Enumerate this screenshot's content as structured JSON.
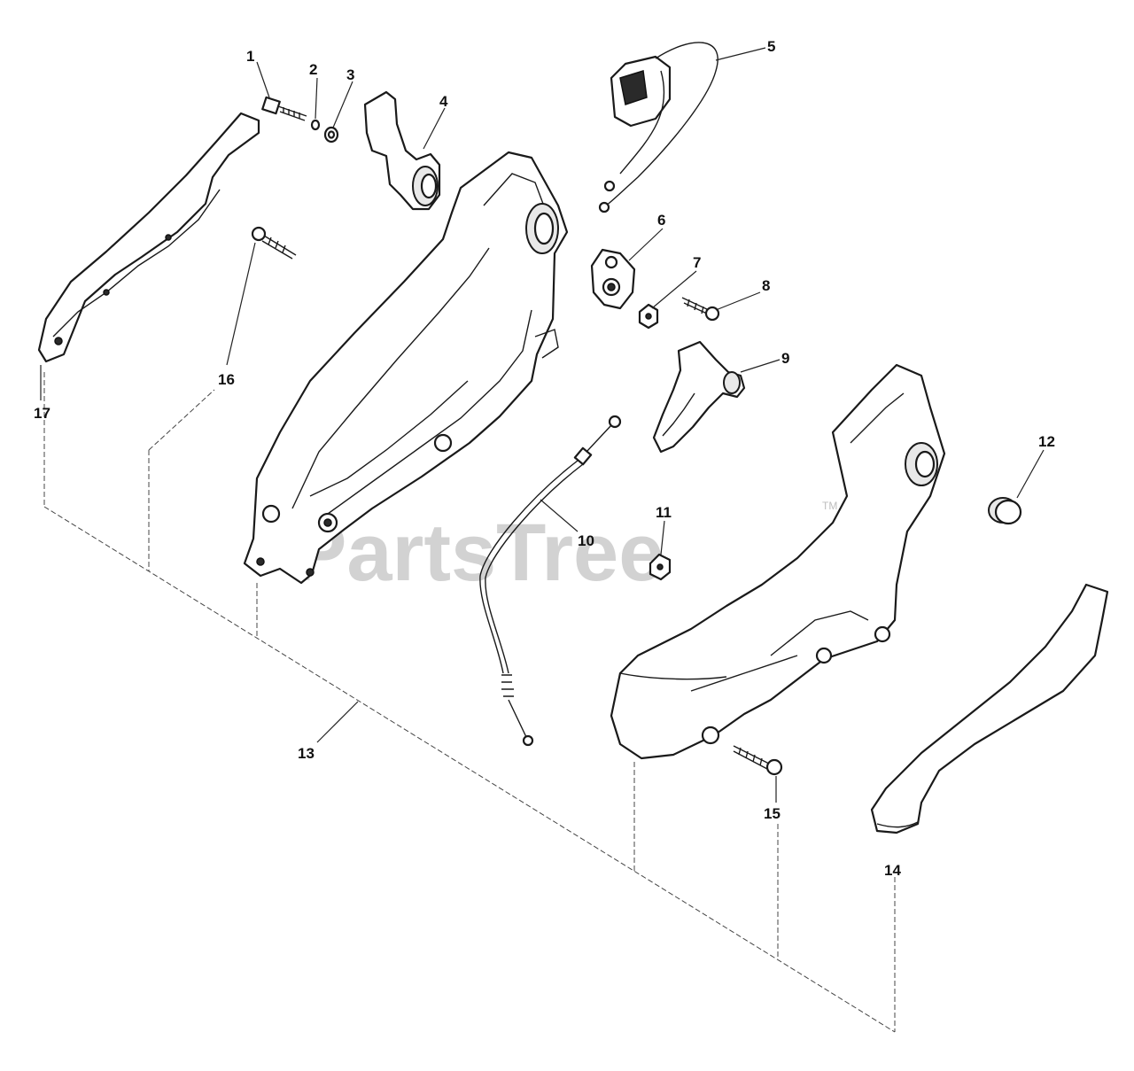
{
  "diagram": {
    "watermark": "PartsTree",
    "watermark_tm": "TM",
    "callouts": [
      "1",
      "2",
      "3",
      "4",
      "5",
      "6",
      "7",
      "8",
      "9",
      "10",
      "11",
      "12",
      "13",
      "14",
      "15",
      "16",
      "17"
    ]
  }
}
